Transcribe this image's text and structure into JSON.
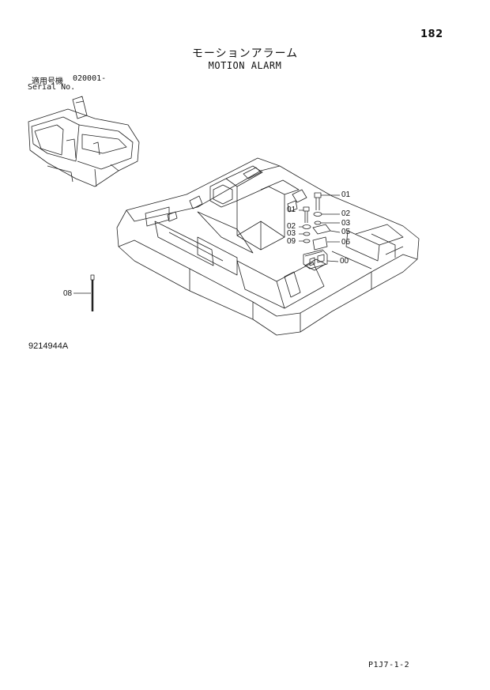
{
  "header": {
    "page_number": "182",
    "title_jp": "モーションアラーム",
    "title_en": "MOTION ALARM"
  },
  "serial": {
    "label_jp": "適用号機",
    "value": "020001-",
    "label_en": "Serial No."
  },
  "drawing_id": "9214944A",
  "footer_code": "P1J7-1-2",
  "callouts": [
    {
      "label": "01"
    },
    {
      "label": "01"
    },
    {
      "label": "02"
    },
    {
      "label": "02"
    },
    {
      "label": "03"
    },
    {
      "label": "03"
    },
    {
      "label": "05"
    },
    {
      "label": "09"
    },
    {
      "label": "06"
    },
    {
      "label": "00"
    },
    {
      "label": "08"
    }
  ]
}
